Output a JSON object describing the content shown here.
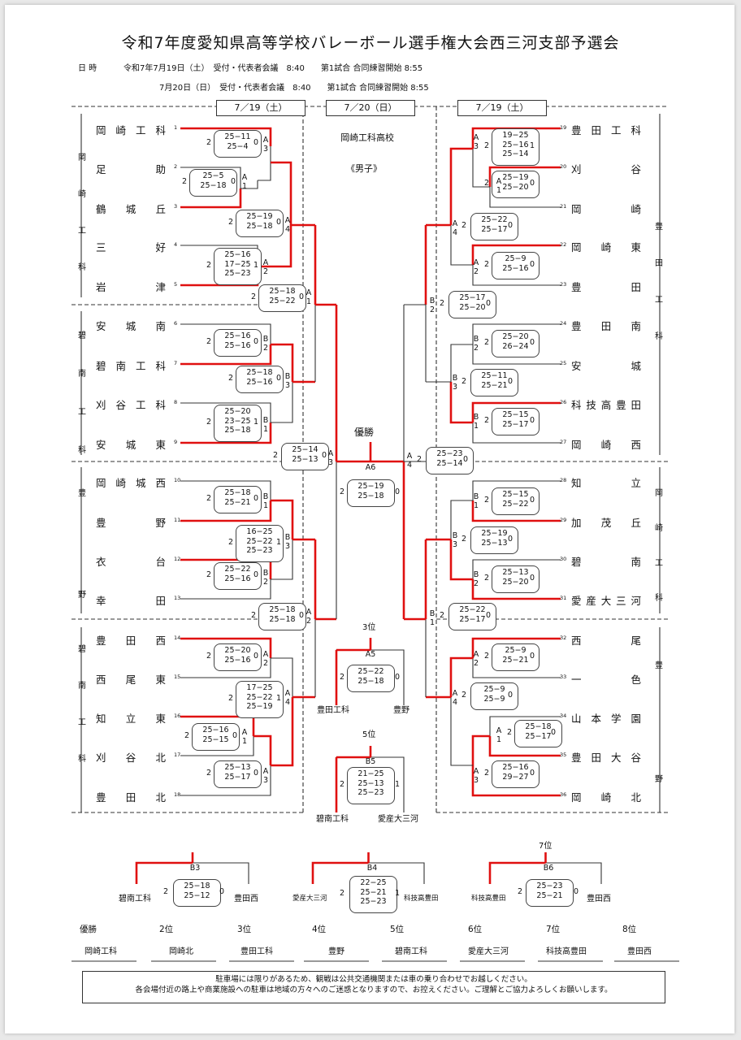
{
  "title": "令和7年度愛知県高等学校バレーボール選手権大会西三河支部予選会",
  "info": {
    "label": "日 時",
    "line1": "令和7年7月19日（土）　受付・代表者会議　8:40　　第1試合 合同練習開始 8:55",
    "line2": "7月20日（日）　受付・代表者会議　8:40　　第1試合 合同練習開始 8:55"
  },
  "days": {
    "left": "7／19（土）",
    "center": "7／20（日）",
    "right": "7／19（土）"
  },
  "venue": "岡崎工科高校",
  "category": "《男子》",
  "groups": {
    "g1": "岡崎工科",
    "g2": "碧南工科",
    "g3": "豊野",
    "g4": "碧南工科",
    "g5": "豊田工科",
    "g6": "岡崎工科",
    "g7": "豊野"
  },
  "teams_left": [
    {
      "n": "1",
      "name": "岡崎工科"
    },
    {
      "n": "2",
      "name": "足助"
    },
    {
      "n": "3",
      "name": "鶴城丘"
    },
    {
      "n": "4",
      "name": "三好"
    },
    {
      "n": "5",
      "name": "岩津"
    },
    {
      "n": "6",
      "name": "安城南"
    },
    {
      "n": "7",
      "name": "碧南工科"
    },
    {
      "n": "8",
      "name": "刈谷工科"
    },
    {
      "n": "9",
      "name": "安城東"
    },
    {
      "n": "10",
      "name": "岡崎城西"
    },
    {
      "n": "11",
      "name": "豊野"
    },
    {
      "n": "12",
      "name": "衣台"
    },
    {
      "n": "13",
      "name": "幸田"
    },
    {
      "n": "14",
      "name": "豊田西"
    },
    {
      "n": "15",
      "name": "西尾東"
    },
    {
      "n": "16",
      "name": "知立東"
    },
    {
      "n": "17",
      "name": "刈谷北"
    },
    {
      "n": "18",
      "name": "豊田北"
    }
  ],
  "teams_right": [
    {
      "n": "19",
      "name": "豊田工科"
    },
    {
      "n": "20",
      "name": "刈谷"
    },
    {
      "n": "21",
      "name": "岡崎"
    },
    {
      "n": "22",
      "name": "岡崎東"
    },
    {
      "n": "23",
      "name": "豊田"
    },
    {
      "n": "24",
      "name": "豊田南"
    },
    {
      "n": "25",
      "name": "安城"
    },
    {
      "n": "26",
      "name": "科技高豊田"
    },
    {
      "n": "27",
      "name": "岡崎西"
    },
    {
      "n": "28",
      "name": "知立"
    },
    {
      "n": "29",
      "name": "加茂丘"
    },
    {
      "n": "30",
      "name": "碧南"
    },
    {
      "n": "31",
      "name": "愛産大三河"
    },
    {
      "n": "32",
      "name": "西尾"
    },
    {
      "n": "33",
      "name": "一色"
    },
    {
      "n": "34",
      "name": "山本学園"
    },
    {
      "n": "35",
      "name": "豊田大谷"
    },
    {
      "n": "36",
      "name": "岡崎北"
    }
  ],
  "matches": [
    {
      "lab": "A\n3",
      "a": "2",
      "b": "0",
      "s": "25−11\n25−4"
    },
    {
      "lab": "A\n1",
      "a": "2",
      "b": "0",
      "s": "25−5\n25−18"
    },
    {
      "lab": "A\n4",
      "a": "2",
      "b": "0",
      "s": "25−19\n25−18"
    },
    {
      "lab": "A\n2",
      "a": "2",
      "b": "1",
      "s": "25−16\n17−25\n25−23"
    },
    {
      "lab": "A\n1",
      "a": "2",
      "b": "0",
      "s": "25−18\n25−22"
    },
    {
      "lab": "B\n2",
      "a": "2",
      "b": "0",
      "s": "25−16\n25−16"
    },
    {
      "lab": "B\n3",
      "a": "2",
      "b": "0",
      "s": "25−18\n25−16"
    },
    {
      "lab": "B\n1",
      "a": "2",
      "b": "1",
      "s": "25−20\n23−25\n25−18"
    },
    {
      "lab": "A\n3",
      "a": "2",
      "b": "0",
      "s": "25−14\n25−13"
    },
    {
      "lab": "B\n1",
      "a": "2",
      "b": "0",
      "s": "25−18\n25−21"
    },
    {
      "lab": "B\n3",
      "a": "2",
      "b": "1",
      "s": "16−25\n25−22\n25−23"
    },
    {
      "lab": "B\n2",
      "a": "2",
      "b": "0",
      "s": "25−22\n25−16"
    },
    {
      "lab": "A\n2",
      "a": "2",
      "b": "0",
      "s": "25−18\n25−18"
    },
    {
      "lab": "A\n2",
      "a": "2",
      "b": "0",
      "s": "25−20\n25−16"
    },
    {
      "lab": "A\n4",
      "a": "2",
      "b": "1",
      "s": "17−25\n25−22\n25−19"
    },
    {
      "lab": "A\n1",
      "a": "2",
      "b": "0",
      "s": "25−16\n25−15"
    },
    {
      "lab": "A\n3",
      "a": "2",
      "b": "0",
      "s": "25−13\n25−17"
    },
    {
      "lab": "A\n3",
      "a": "2",
      "b": "1",
      "s": "19−25\n25−16\n25−14"
    },
    {
      "lab": "A\n1",
      "a": "2",
      "b": "0",
      "s": "25−19\n25−20"
    },
    {
      "lab": "A\n4",
      "a": "2",
      "b": "0",
      "s": "25−22\n25−17"
    },
    {
      "lab": "A\n2",
      "a": "2",
      "b": "0",
      "s": "25−9\n25−16"
    },
    {
      "lab": "B\n2",
      "a": "2",
      "b": "0",
      "s": "25−17\n25−20"
    },
    {
      "lab": "B\n2",
      "a": "2",
      "b": "0",
      "s": "25−20\n26−24"
    },
    {
      "lab": "B\n3",
      "a": "2",
      "b": "0",
      "s": "25−11\n25−21"
    },
    {
      "lab": "B\n1",
      "a": "2",
      "b": "0",
      "s": "25−15\n25−17"
    },
    {
      "lab": "A\n4",
      "a": "2",
      "b": "0",
      "s": "25−23\n25−14"
    },
    {
      "lab": "B\n1",
      "a": "2",
      "b": "0",
      "s": "25−15\n25−22"
    },
    {
      "lab": "B\n3",
      "a": "2",
      "b": "0",
      "s": "25−19\n25−13"
    },
    {
      "lab": "B\n2",
      "a": "2",
      "b": "0",
      "s": "25−13\n25−20"
    },
    {
      "lab": "B\n1",
      "a": "2",
      "b": "0",
      "s": "25−22\n25−17"
    },
    {
      "lab": "A\n2",
      "a": "2",
      "b": "0",
      "s": "25−9\n25−21"
    },
    {
      "lab": "A\n4",
      "a": "2",
      "b": "0",
      "s": "25−9\n25−9"
    },
    {
      "lab": "A\n1",
      "a": "2",
      "b": "0",
      "s": "25−18\n25−17"
    },
    {
      "lab": "A\n3",
      "a": "2",
      "b": "0",
      "s": "25−16\n29−27"
    }
  ],
  "final": {
    "title": "優勝",
    "lab": "A6",
    "a": "2",
    "b": "0",
    "s": "25−19\n25−18"
  },
  "third": {
    "title": "3位",
    "lab": "A5",
    "a": "2",
    "b": "0",
    "s": "25−22\n25−18",
    "left": "豊田工科",
    "right": "豊野"
  },
  "fifth": {
    "title": "5位",
    "lab": "B5",
    "a": "2",
    "b": "1",
    "s": "21−25\n25−13\n25−23",
    "left": "碧南工科",
    "right": "愛産大三河"
  },
  "b3": {
    "lab": "B3",
    "a": "2",
    "b": "0",
    "s": "25−18\n25−12",
    "left": "碧南工科",
    "right": "豊田西"
  },
  "b4": {
    "lab": "B4",
    "a": "2",
    "b": "1",
    "s": "22−25\n25−21\n25−23",
    "left": "愛産大三河",
    "right": "科技高豊田"
  },
  "b6": {
    "title": "7位",
    "lab": "B6",
    "a": "2",
    "b": "0",
    "s": "25−23\n25−21",
    "left": "科技高豊田",
    "right": "豊田西"
  },
  "results": [
    {
      "place": "優勝",
      "team": "岡崎工科"
    },
    {
      "place": "2位",
      "team": "岡崎北"
    },
    {
      "place": "3位",
      "team": "豊田工科"
    },
    {
      "place": "4位",
      "team": "豊野"
    },
    {
      "place": "5位",
      "team": "碧南工科"
    },
    {
      "place": "6位",
      "team": "愛産大三河"
    },
    {
      "place": "7位",
      "team": "科技高豊田"
    },
    {
      "place": "8位",
      "team": "豊田西"
    }
  ],
  "notice": {
    "line1": "駐車場には限りがあるため、観戦は公共交通機関または車の乗り合わせでお越しください。",
    "line2": "各会場付近の路上や商業施設への駐車は地域の方々へのご迷惑となりますので、お控えください。ご理解とご協力よろしくお願いします。"
  },
  "colors": {
    "winner_line": "#e01010",
    "line": "#333333"
  }
}
